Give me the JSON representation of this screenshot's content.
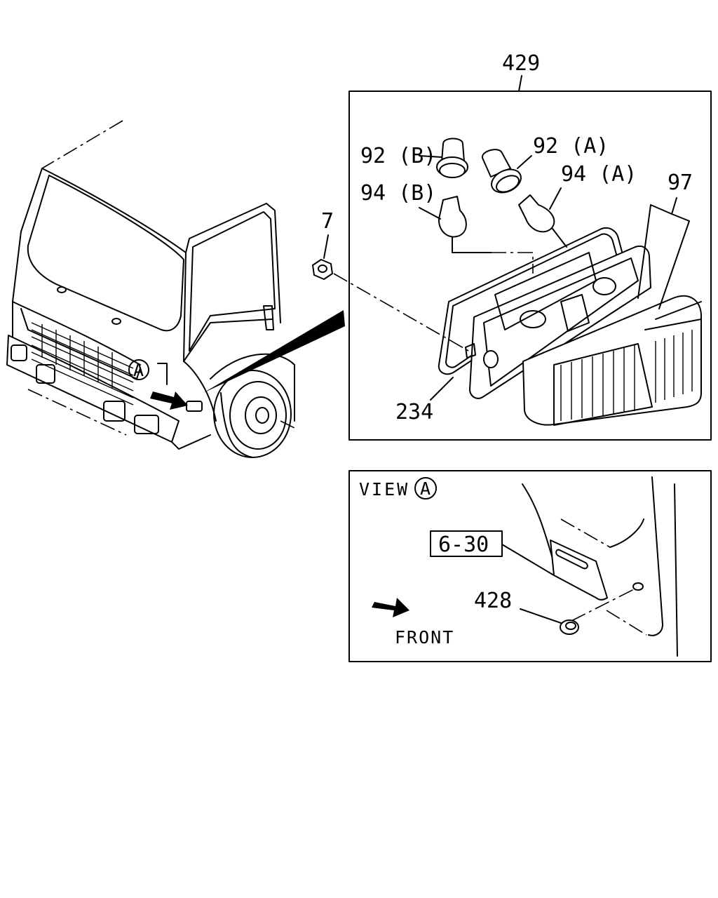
{
  "colors": {
    "line": "#000000",
    "background": "#ffffff"
  },
  "callouts": {
    "assembly": "429",
    "socket_b": "92 (B)",
    "socket_a": "92 (A)",
    "bulb_b": "94 (B)",
    "bulb_a": "94 (A)",
    "lens": "97",
    "nut": "7",
    "gasket": "234",
    "grommet": "428",
    "ref_box": "6-30"
  },
  "view": {
    "title": "VIEW",
    "marker": "A",
    "front_label": "FRONT"
  },
  "truck": {
    "marker": "A"
  }
}
